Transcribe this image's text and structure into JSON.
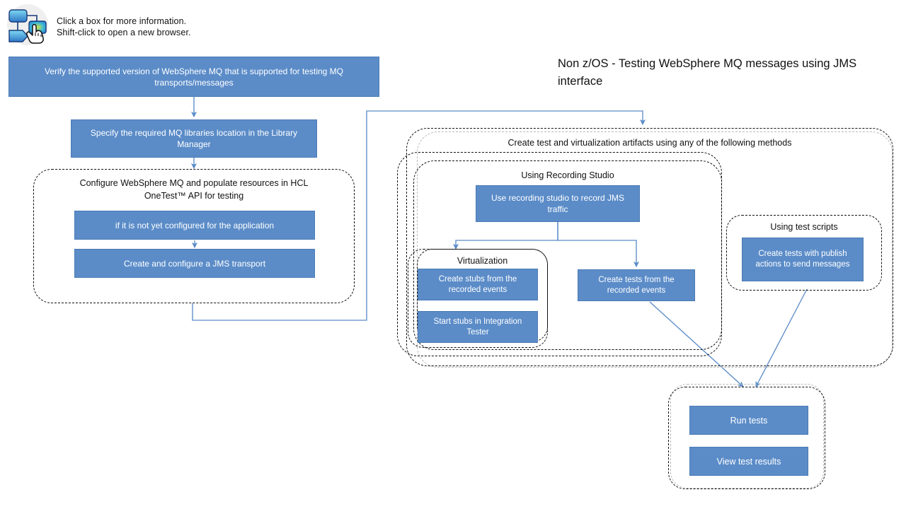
{
  "header": {
    "icon_name": "flow-diagram-click-icon",
    "hint_line1": "Click a box for more information.",
    "hint_line2": "Shift-click to open a new browser."
  },
  "diagram": {
    "title": "Non z/OS - Testing WebSphere MQ messages using JMS interface",
    "accent_color": "#5b8cc8",
    "accent_border_color": "#4a7ab4",
    "connector_color": "#5b8cc8",
    "group_border_color": "#111111",
    "group_border_light_color": "#b9b9b9"
  },
  "boxes": {
    "verify_version": "Verify the supported version of WebSphere MQ that is supported for testing MQ transports/messages",
    "specify_libraries": "Specify the required MQ libraries location in the Library Manager",
    "not_configured": "if it is not yet configured for the application",
    "create_jms_transport": "Create and configure a JMS transport",
    "use_recording_studio": "Use recording studio to record JMS traffic",
    "create_stubs": "Create stubs from the recorded events",
    "start_stubs": "Start stubs in Integration Tester",
    "create_tests_recorded": "Create tests from the recorded events",
    "create_tests_publish": "Create tests with publish actions to send messages",
    "run_tests": "Run tests",
    "view_test_results": "View test results"
  },
  "groups": {
    "configure_mq": "Configure WebSphere MQ and populate resources in HCL OneTest™ API for testing",
    "create_artifacts": "Create test and virtualization artifacts using any of the following methods",
    "using_recording_studio": "Using Recording Studio",
    "virtualization": "Virtualization",
    "using_test_scripts": "Using test scripts",
    "results": ""
  }
}
